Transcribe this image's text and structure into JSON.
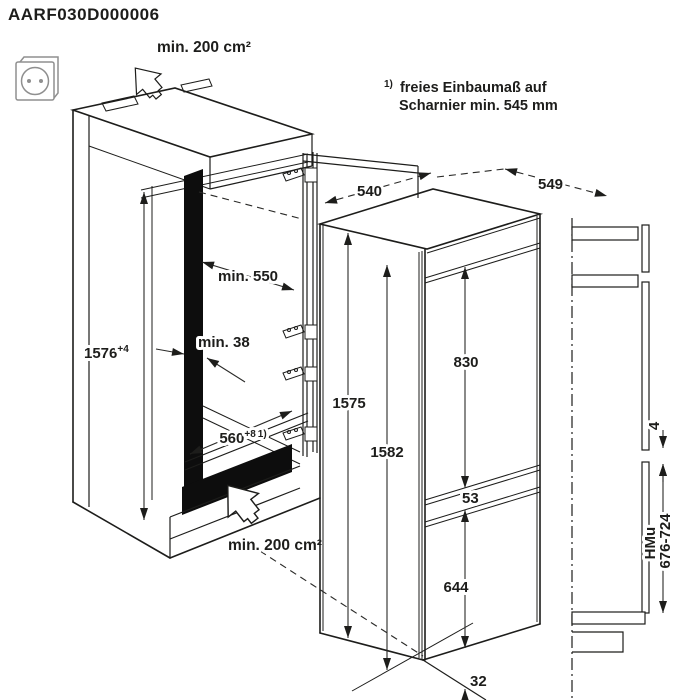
{
  "title": "AARF030D000006",
  "note": {
    "ref": "1)",
    "line1": "freies Einbaumaß auf",
    "line2": "Scharnier min. 545 mm"
  },
  "niche": {
    "vent_top_label": "min. 200 cm²",
    "vent_bottom_label": "min. 200 cm²",
    "depth_min": "min. 550",
    "wall_min": "min. 38",
    "height": "1576",
    "height_tol": "+4",
    "width": "560",
    "width_tol": "+8",
    "width_note_ref": "1)"
  },
  "appliance": {
    "door_width": "540",
    "depth": "549",
    "upper_door_height": "830",
    "front_height": "1575",
    "total_height": "1582",
    "mid_gap": "53",
    "lower_door_height": "644",
    "plinth_height": "32"
  },
  "side_view": {
    "door_gap": "4",
    "lower_panel_label": "HMu",
    "lower_panel_range": "676-724"
  },
  "colors": {
    "line": "#1d1d1b",
    "dimension": "#2a2a28",
    "fill_dark": "#0d0d0d",
    "socket_gray": "#8f8f8f",
    "background": "#ffffff"
  }
}
